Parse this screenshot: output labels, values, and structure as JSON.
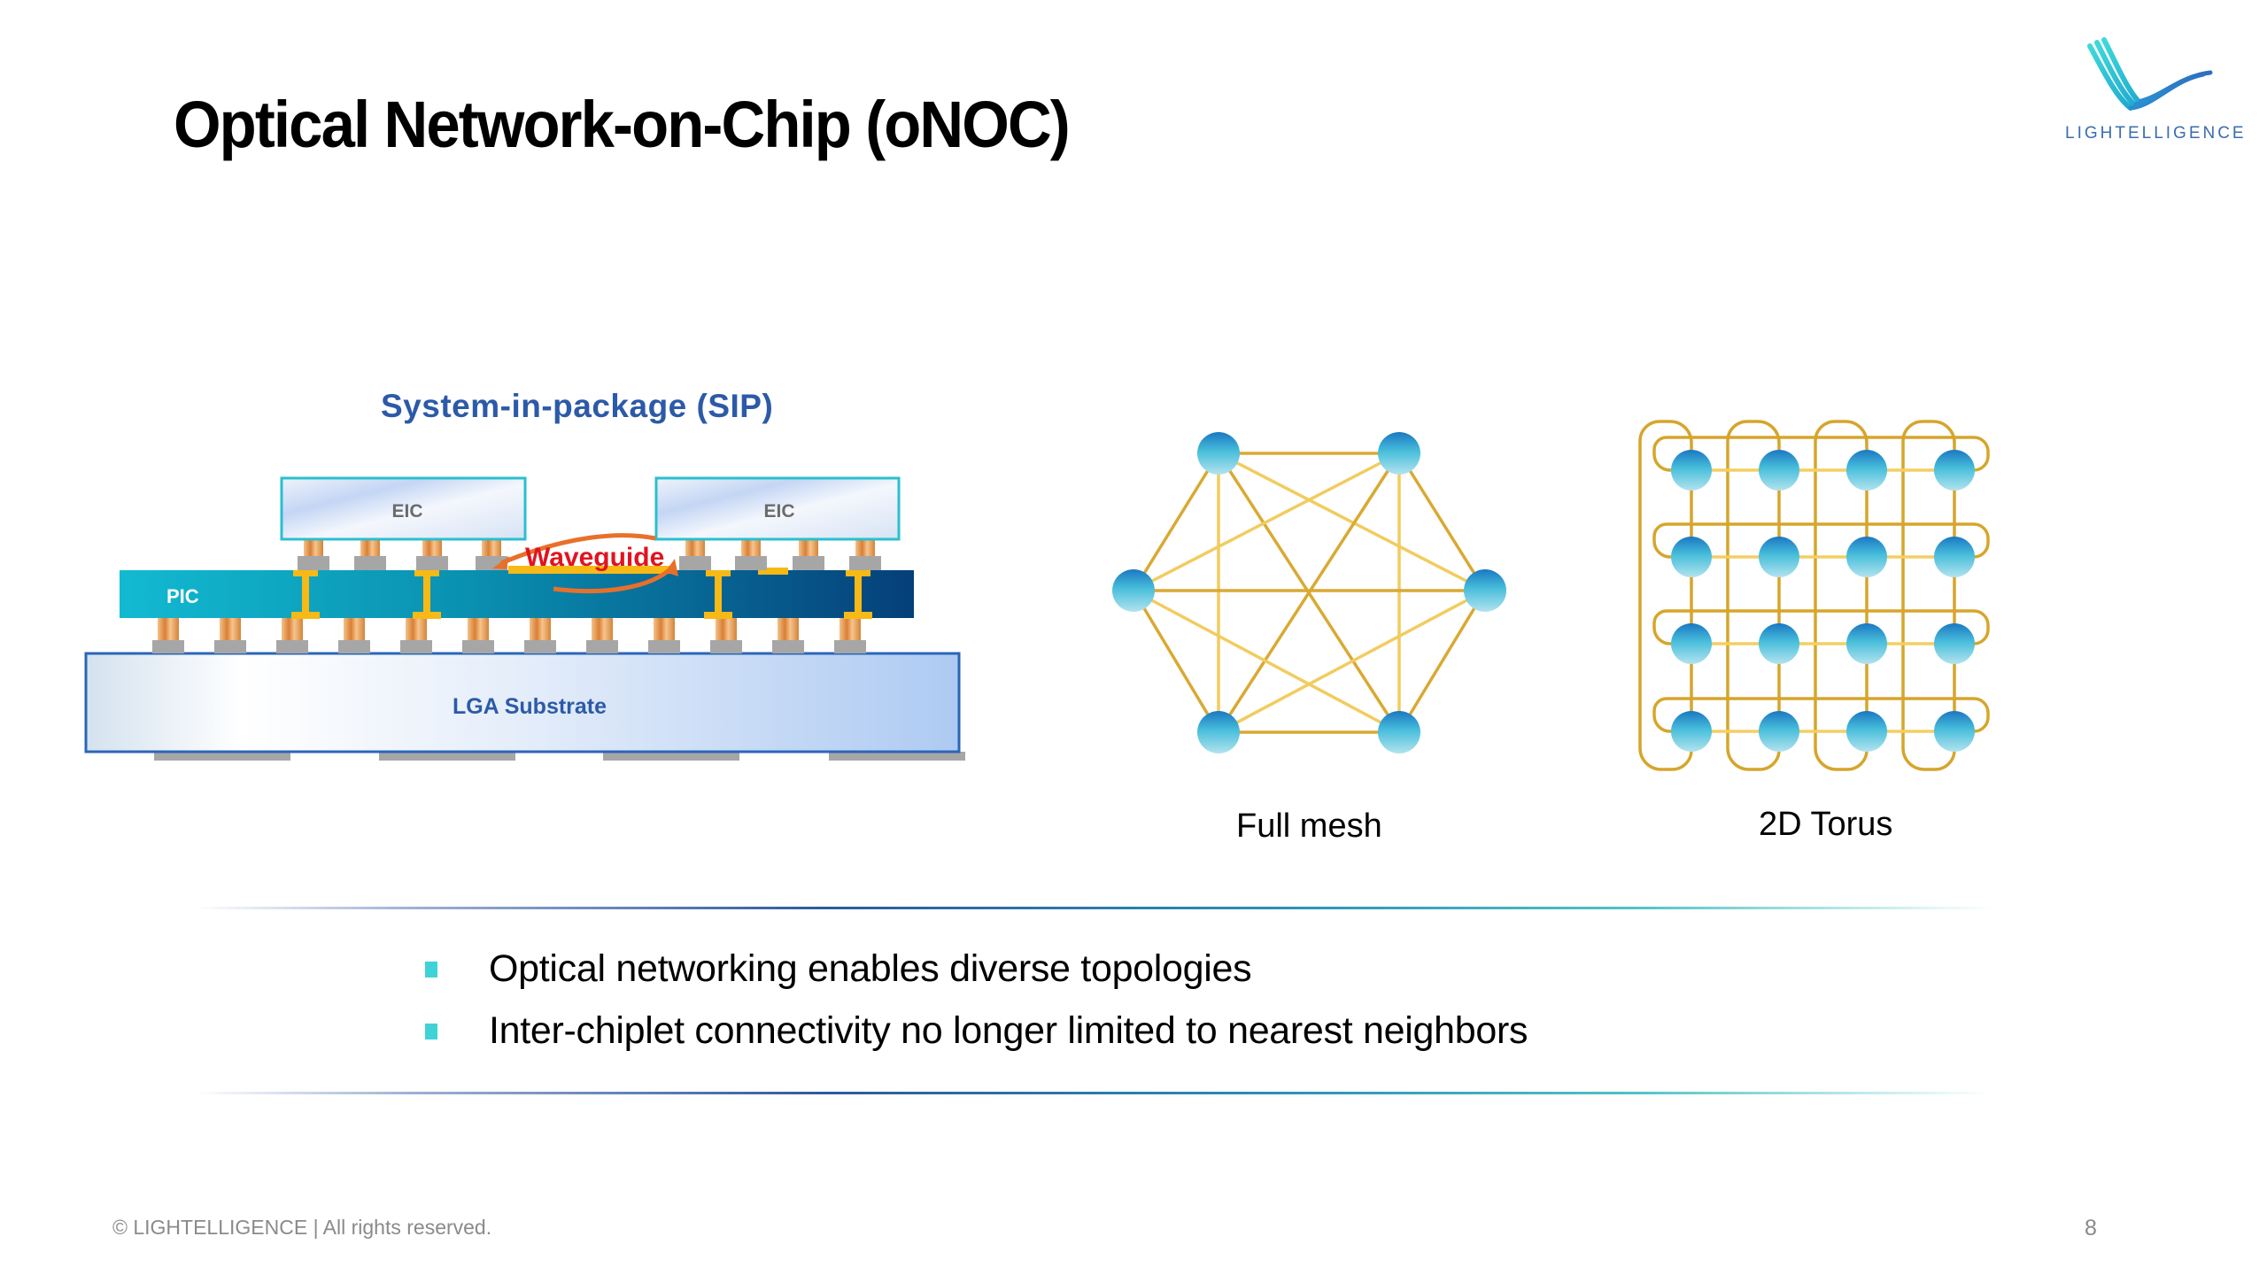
{
  "slide": {
    "title": "Optical Network-on-Chip (oNOC)",
    "page_number": "8",
    "footer": "© LIGHTELLIGENCE | All rights reserved."
  },
  "logo": {
    "brand": "LIGHTELLIGENCE",
    "colors": {
      "teal": "#2cc6d4",
      "blue": "#2a7fc4",
      "text": "#3a6db0"
    }
  },
  "sip_diagram": {
    "title": "System-in-package (SIP)",
    "labels": {
      "eic_left": "EIC",
      "eic_right": "EIC",
      "pic": "PIC",
      "waveguide": "Waveguide",
      "substrate": "LGA Substrate"
    },
    "colors": {
      "title": "#2c5aa8",
      "waveguide_text": "#e0141e",
      "arrow": "#e8702a",
      "via": "#f7b916",
      "pic_left": "#12b7cf",
      "pic_right": "#053f7a",
      "eic_border": "#2bbfcf",
      "substrate_border": "#2a66b8"
    }
  },
  "topologies": [
    {
      "id": "full-mesh",
      "caption": "Full mesh",
      "node_count": 6
    },
    {
      "id": "2d-torus",
      "caption": "2D Torus",
      "grid": "4x4"
    }
  ],
  "bullets": [
    "Optical networking enables diverse topologies",
    "Inter-chiplet connectivity no longer limited to nearest neighbors"
  ],
  "colors": {
    "bullet_marker": "#3fd3d8",
    "link_gold": "#e2b43a",
    "node_top": "#1b7cc4",
    "node_bottom": "#a8e0ea"
  }
}
